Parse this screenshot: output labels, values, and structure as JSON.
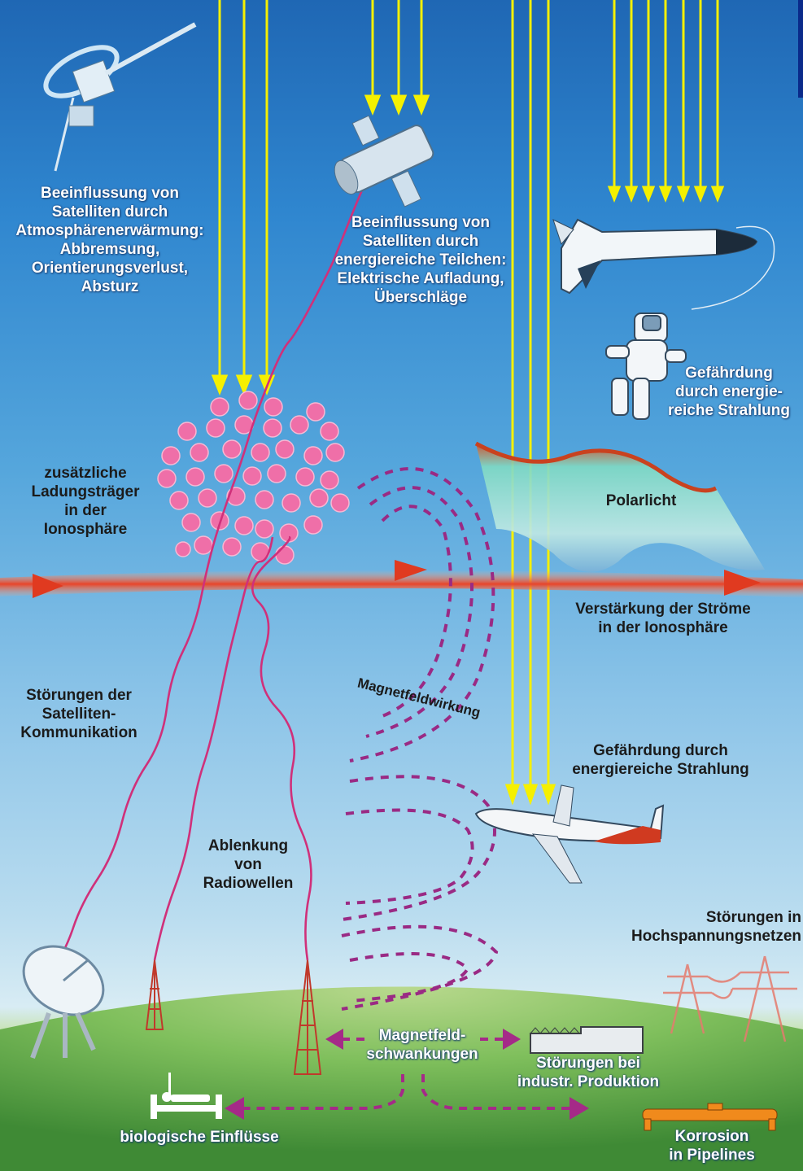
{
  "labels": {
    "sat_drag": "Beeinflussung von\nSatelliten durch\nAtmosphärenerwärmung:\nAbbremsung,\nOrientierungsverlust,\nAbsturz",
    "sat_charge": "Beeinflussung  von\nSatelliten durch\nenergiereiche Teilchen:\nElektrische Aufladung,\nÜberschläge",
    "astronaut": "Gefährdung\ndurch energie-\nreiche Strahlung",
    "ionosphere_carriers": "zusätzliche\nLadungsträger\nin der\nIonosphäre",
    "aurora": "Polarlicht",
    "currents": "Verstärkung der Ströme\nin der Ionosphäre",
    "sat_comm": "Störungen der\nSatelliten-\nKommunikation",
    "magnetic_effect": "Magnetfeldwirkung",
    "aircraft": "Gefährdung durch\nenergiereiche Strahlung",
    "radio": "Ablenkung\nvon\nRadiowellen",
    "power_grid": "Störungen in\nHochspannungsnetzen",
    "mag_fluct": "Magnetfeld-\nschwankungen",
    "industry": "Störungen bei\nindustr. Produktion",
    "bio": "biologische Einflüsse",
    "pipeline": "Korrosion\nin Pipelines"
  },
  "colors": {
    "particle_arrows": "#f5f000",
    "waves": "#d0307a",
    "field_lines": "#9a2a84",
    "current_band": "#e8452a",
    "ions": "#ef6fa8",
    "ground": "#5ea44a"
  },
  "icons": [
    "satellite-icon",
    "hubble-telescope-icon",
    "space-shuttle-icon",
    "astronaut-icon",
    "aurora-icon",
    "airplane-icon",
    "radar-dish-icon",
    "radio-tower-icon",
    "power-pylon-icon",
    "factory-icon",
    "hospital-bed-icon",
    "pipeline-icon"
  ]
}
